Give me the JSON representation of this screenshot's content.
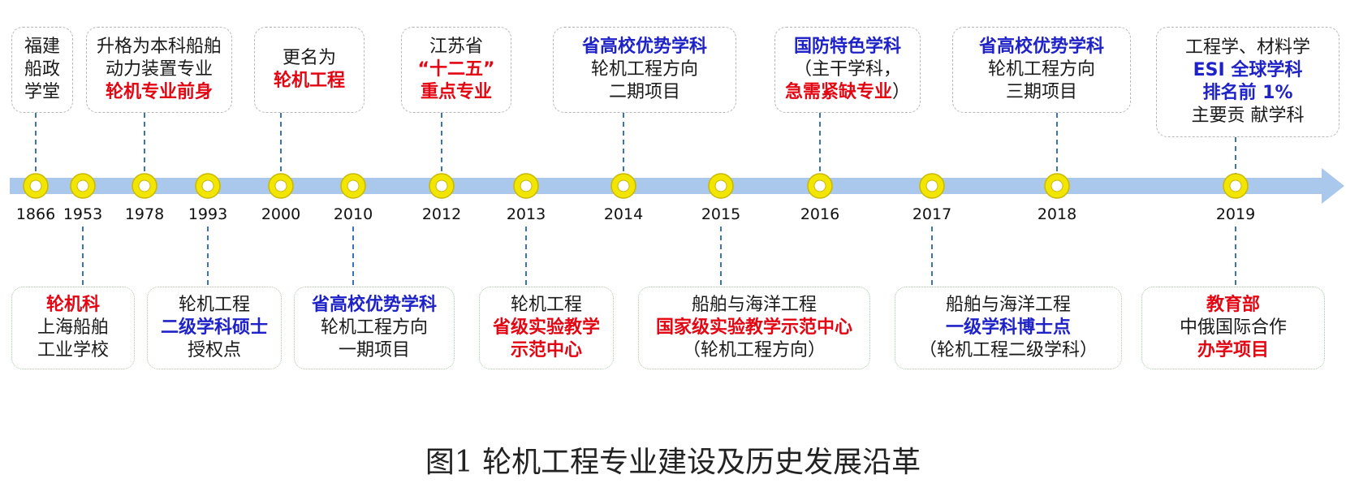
{
  "caption": "图1  轮机工程专业建设及历史发展沿革",
  "colors": {
    "arrow": "#a9c8ec",
    "node_outer": "#f2e600",
    "node_inner": "#ffffff",
    "red": "#e30613",
    "blue": "#1f23c7",
    "connector": "#3b73b6"
  },
  "events": [
    {
      "year": "1866",
      "pos": "top",
      "lines": [
        {
          "text": "福建",
          "color": "black"
        },
        {
          "text": "船政",
          "color": "black"
        },
        {
          "text": "学堂",
          "color": "black"
        }
      ]
    },
    {
      "year": "1953",
      "pos": "bottom",
      "lines": [
        {
          "text": "轮机科",
          "color": "red"
        },
        {
          "text": "上海船舶",
          "color": "black"
        },
        {
          "text": "工业学校",
          "color": "black"
        }
      ]
    },
    {
      "year": "1978",
      "pos": "top",
      "lines": [
        {
          "text": "升格为本科船舶",
          "color": "black"
        },
        {
          "text": "动力装置专业",
          "color": "black"
        },
        {
          "text": "轮机专业前身",
          "color": "red"
        }
      ]
    },
    {
      "year": "1993",
      "pos": "bottom",
      "lines": [
        {
          "text": "轮机工程",
          "color": "black"
        },
        {
          "text": "二级学科硕士",
          "color": "blue"
        },
        {
          "text": "授权点",
          "color": "black"
        }
      ]
    },
    {
      "year": "2000",
      "pos": "top",
      "lines": [
        {
          "text": "更名为",
          "color": "black"
        },
        {
          "text": "轮机工程",
          "color": "red"
        }
      ]
    },
    {
      "year": "2010",
      "pos": "bottom",
      "lines": [
        {
          "text": "省高校优势学科",
          "color": "blue"
        },
        {
          "text": "轮机工程方向",
          "color": "black"
        },
        {
          "text": "一期项目",
          "color": "black"
        }
      ]
    },
    {
      "year": "2012",
      "pos": "top",
      "lines": [
        {
          "text": "江苏省",
          "color": "black"
        },
        {
          "text": "“十二五”",
          "color": "red"
        },
        {
          "text": "重点专业",
          "color": "red"
        }
      ]
    },
    {
      "year": "2013",
      "pos": "bottom",
      "lines": [
        {
          "text": "轮机工程",
          "color": "black"
        },
        {
          "text": "省级实验教学",
          "color": "red"
        },
        {
          "text": "示范中心",
          "color": "red"
        }
      ]
    },
    {
      "year": "2014",
      "pos": "top",
      "lines": [
        {
          "text": "省高校优势学科",
          "color": "blue"
        },
        {
          "text": "轮机工程方向",
          "color": "black"
        },
        {
          "text": "二期项目",
          "color": "black"
        }
      ]
    },
    {
      "year": "2015",
      "pos": "bottom",
      "lines": [
        {
          "text": "船舶与海洋工程",
          "color": "black"
        },
        {
          "text": "国家级实验教学示范中心",
          "color": "red"
        },
        {
          "text": "（轮机工程方向）",
          "color": "black"
        }
      ]
    },
    {
      "year": "2016",
      "pos": "top",
      "lines": [
        {
          "text": "国防特色学科",
          "color": "blue"
        },
        {
          "text": "（主干学科，",
          "color": "black"
        },
        {
          "text": "急需紧缺专业）",
          "color": "mixed"
        }
      ]
    },
    {
      "year": "2017",
      "pos": "bottom",
      "lines": [
        {
          "text": "船舶与海洋工程",
          "color": "black"
        },
        {
          "text": "一级学科博士点",
          "color": "blue"
        },
        {
          "text": "（轮机工程二级学科）",
          "color": "black"
        }
      ]
    },
    {
      "year": "2018",
      "pos": "top",
      "lines": [
        {
          "text": "省高校优势学科",
          "color": "blue"
        },
        {
          "text": "轮机工程方向",
          "color": "black"
        },
        {
          "text": "三期项目",
          "color": "black"
        }
      ]
    },
    {
      "year": "2019",
      "pos": "top",
      "lines": [
        {
          "text": "工程学、材料学",
          "color": "black"
        },
        {
          "text": "ESI 全球学科",
          "color": "blue"
        },
        {
          "text": "排名前 1%",
          "color": "blue"
        },
        {
          "text": "主要贡 献学科",
          "color": "black"
        }
      ]
    },
    {
      "year": "",
      "pos": "bottom",
      "lines": [
        {
          "text": "教育部",
          "color": "red"
        },
        {
          "text": "中俄国际合作",
          "color": "black"
        },
        {
          "text": "办学项目",
          "color": "red"
        }
      ]
    }
  ]
}
